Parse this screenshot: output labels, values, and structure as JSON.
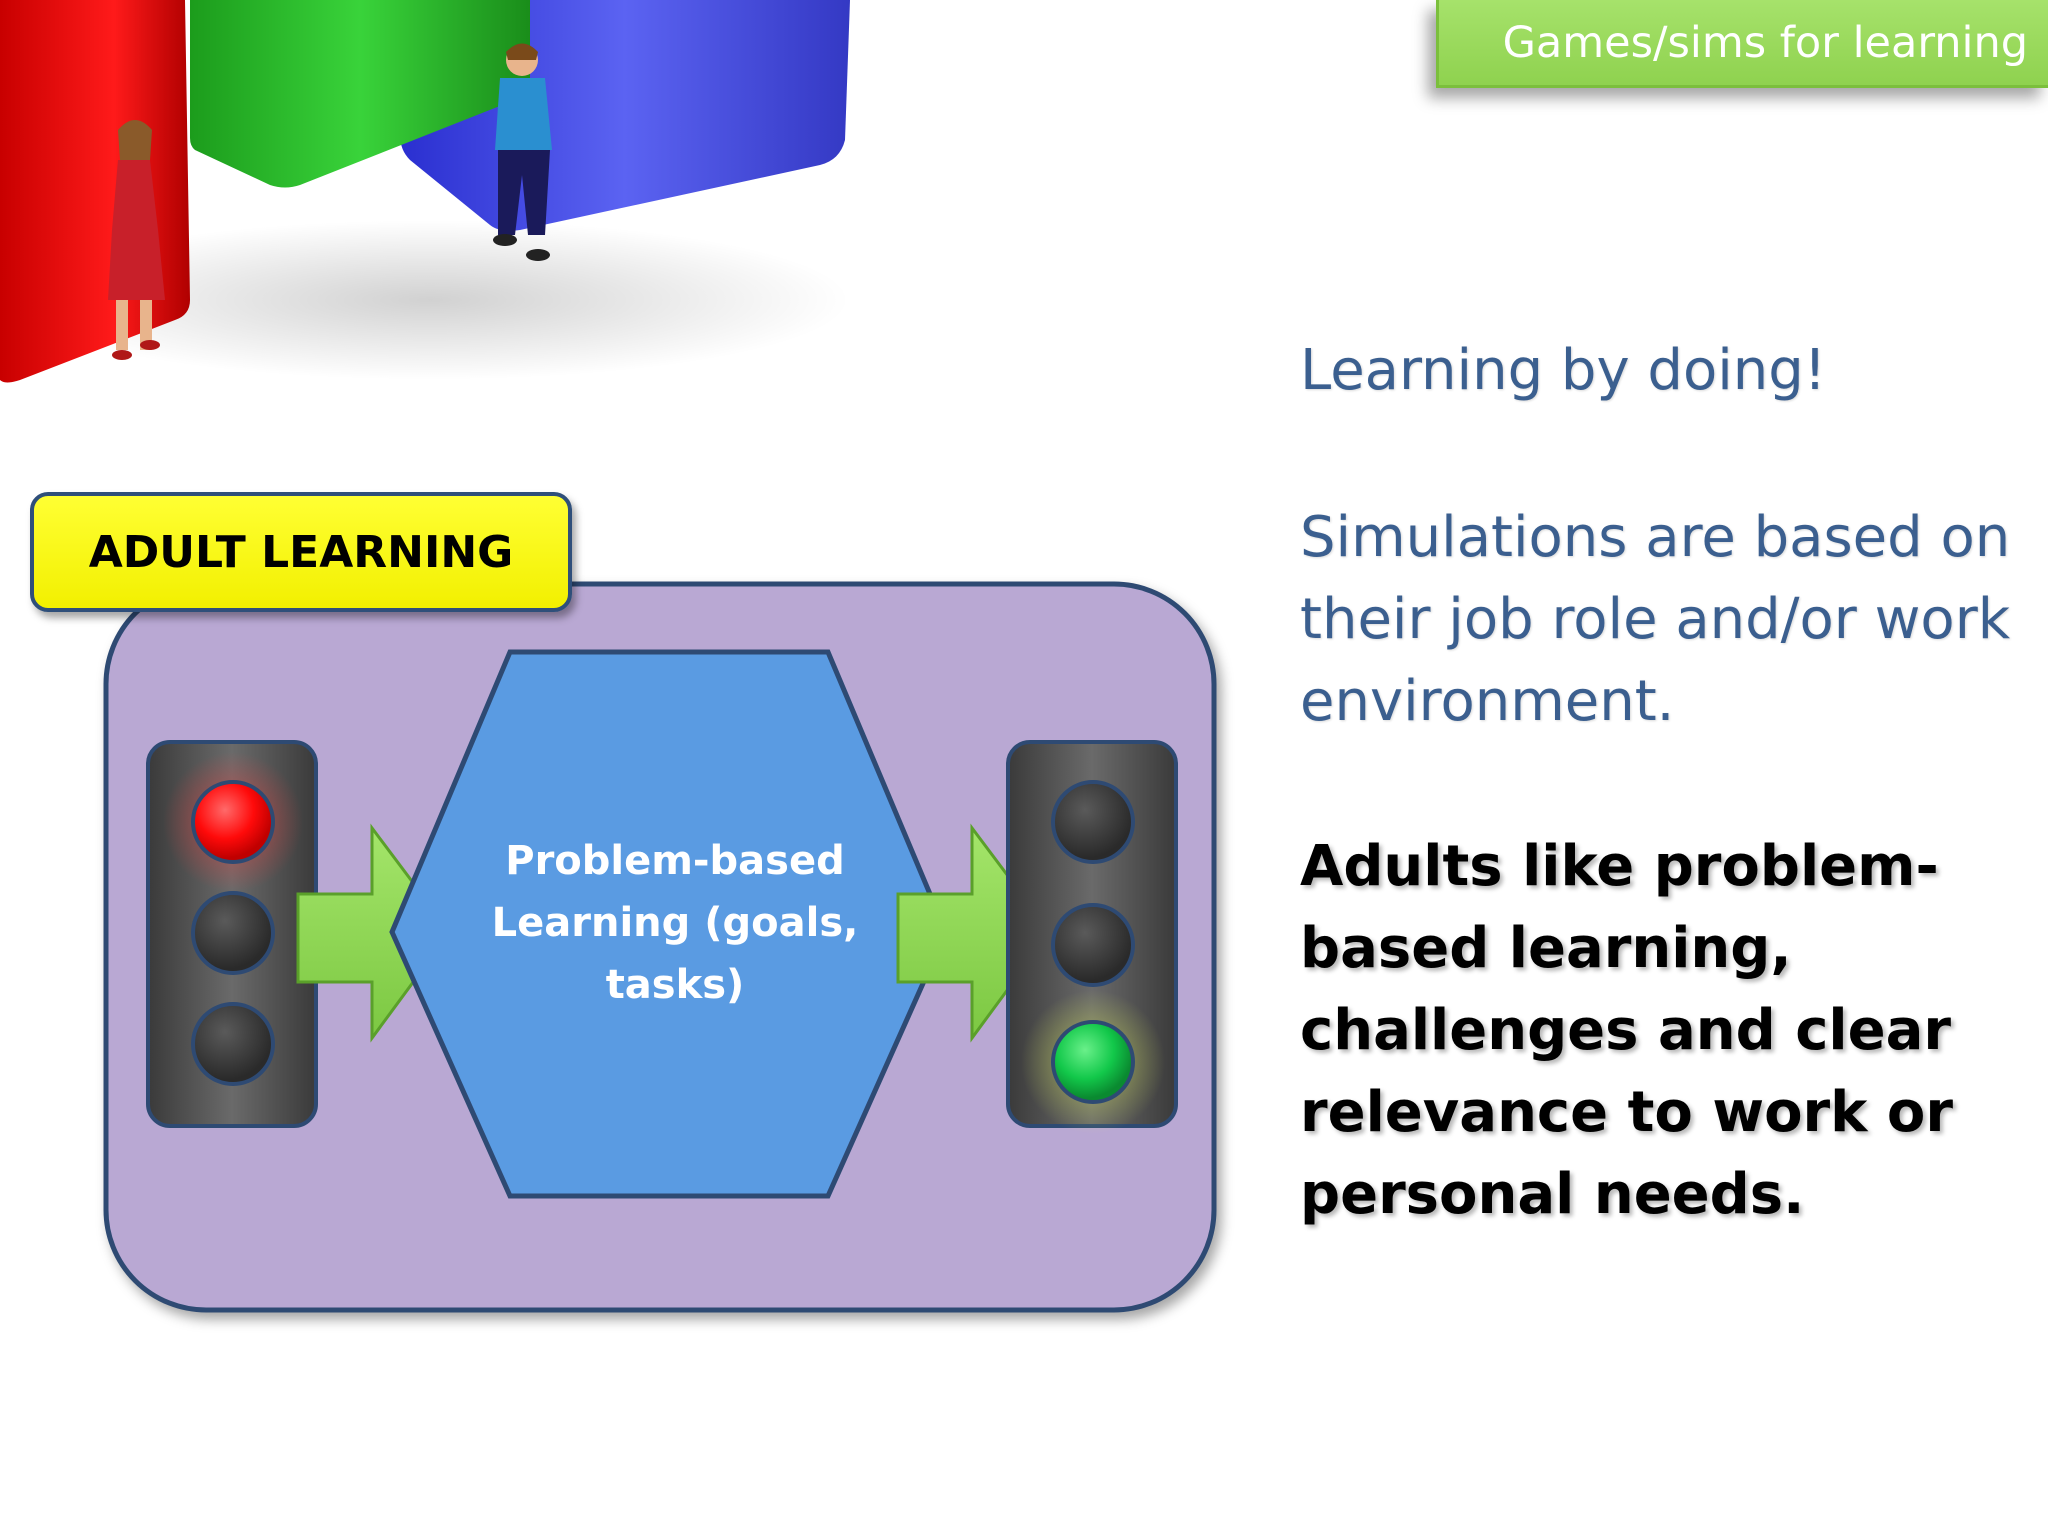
{
  "header": {
    "title": "Games/sims for learning"
  },
  "right_text": {
    "line1": "Learning by doing!",
    "paragraph2": "Simulations are based on their job role and/or work environment.",
    "paragraph3": "Adults like problem-based learning, challenges and clear relevance to work or personal needs."
  },
  "diagram": {
    "label": "ADULT LEARNING",
    "center_text": "Problem-based Learning (goals, tasks)",
    "left_light_active": "red",
    "right_light_active": "green"
  },
  "colors": {
    "title_tab": "#9ad85c",
    "container": "#b9a8d3",
    "hexagon": "#5a9be2",
    "arrow": "#8fd84f",
    "label_bg": "#ffff1a",
    "body_text": "#3b5f8f"
  }
}
